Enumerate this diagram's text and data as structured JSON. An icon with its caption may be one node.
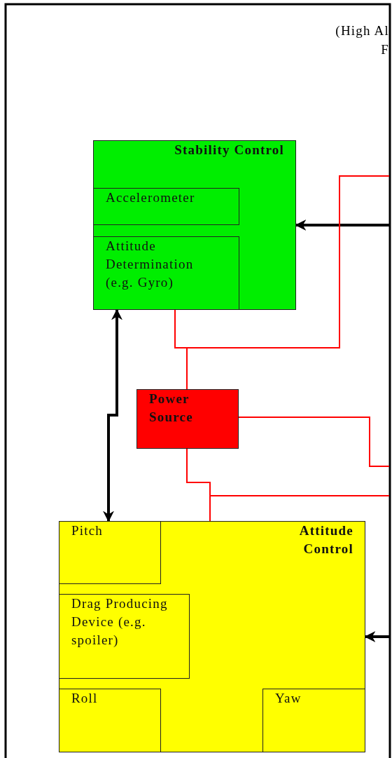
{
  "diagram": {
    "nodes": [
      {
        "text": [
          "Stability Control"
        ]
      },
      {
        "text": [
          "Accelerometer"
        ],
        "in": 0
      },
      {
        "text": [
          "Attitude Determination (e.g. Gyro)"
        ],
        "in": 0
      },
      {
        "text": [
          "Power Source"
        ]
      },
      {
        "text": [
          "Attitude Control"
        ]
      },
      {
        "text": [
          "Pitch"
        ],
        "in": 4
      },
      {
        "text": [
          "Drag Producing Device (e.g. spoiler)"
        ],
        "in": 4
      },
      {
        "text": [
          "Roll"
        ],
        "in": 4
      },
      {
        "text": [
          "Yaw"
        ],
        "in": 4
      }
    ],
    "edges": [
      {
        "from": null,
        "to": 0,
        "arrow": "to",
        "style": "thick",
        "color": "#000000"
      },
      {
        "from": null,
        "to": 4,
        "arrow": "to",
        "style": "thick",
        "color": "#000000"
      },
      {
        "from": 0,
        "to": 4,
        "arrow": "both",
        "style": "thick",
        "color": "#000000"
      },
      {
        "from": 3,
        "to": 2,
        "arrow": "none"
      },
      {
        "from": 3,
        "to": null,
        "arrow": "none"
      },
      {
        "from": 3,
        "to": null,
        "arrow": "none"
      },
      {
        "from": 3,
        "to": 4,
        "arrow": "none"
      },
      {
        "from": 3,
        "to": null,
        "arrow": "none"
      }
    ],
    "labels": [
      "(High Al",
      "F"
    ]
  }
}
